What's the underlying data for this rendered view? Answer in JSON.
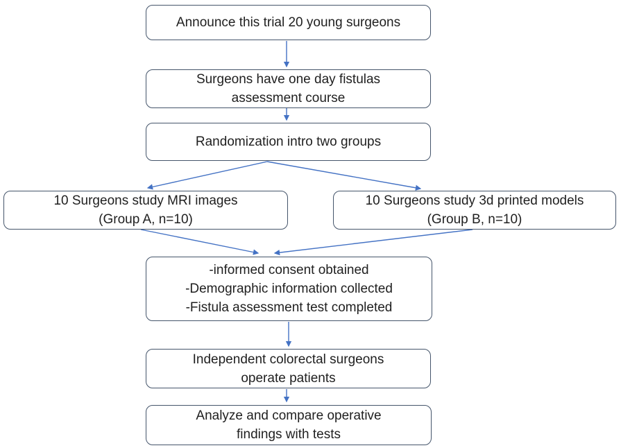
{
  "diagram": {
    "type": "flowchart",
    "colors": {
      "box_border": "#44546A",
      "arrow": "#4472C4",
      "text": "#1F1F1F",
      "background": "#FFFFFF"
    },
    "nodes": [
      {
        "id": "announce",
        "lines": [
          "Announce this trial 20 young surgeons"
        ]
      },
      {
        "id": "course",
        "lines": [
          "Surgeons have one day fistulas",
          "assessment course"
        ]
      },
      {
        "id": "randomization",
        "lines": [
          "Randomization intro two groups"
        ]
      },
      {
        "id": "group_a",
        "lines": [
          "10 Surgeons study MRI images",
          "(Group A, n=10)"
        ]
      },
      {
        "id": "group_b",
        "lines": [
          "10 Surgeons study 3d printed models",
          "(Group B, n=10)"
        ]
      },
      {
        "id": "data_collection",
        "lines": [
          "-informed consent obtained",
          "-Demographic information collected",
          "-Fistula assessment test completed"
        ]
      },
      {
        "id": "operate",
        "lines": [
          "Independent colorectal surgeons",
          "operate patients"
        ]
      },
      {
        "id": "analyze",
        "lines": [
          "Analyze and compare operative",
          "findings with tests"
        ]
      }
    ],
    "edges": [
      {
        "from": "announce",
        "to": "course"
      },
      {
        "from": "course",
        "to": "randomization"
      },
      {
        "from": "randomization",
        "to": "group_a"
      },
      {
        "from": "randomization",
        "to": "group_b"
      },
      {
        "from": "group_a",
        "to": "data_collection"
      },
      {
        "from": "group_b",
        "to": "data_collection"
      },
      {
        "from": "data_collection",
        "to": "operate"
      },
      {
        "from": "operate",
        "to": "analyze"
      }
    ]
  }
}
